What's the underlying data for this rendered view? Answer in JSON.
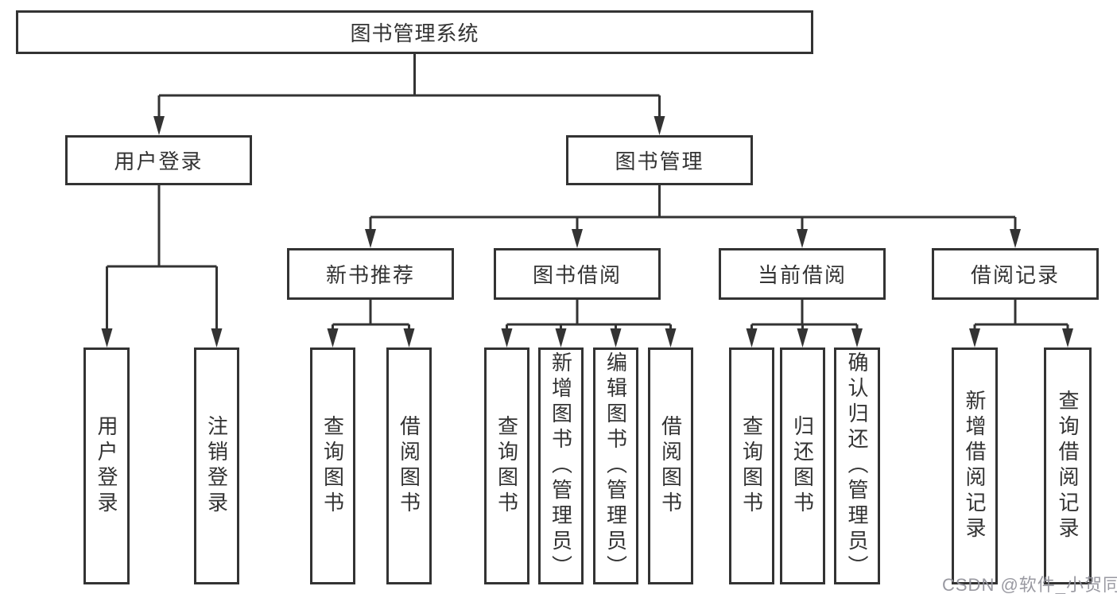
{
  "diagram": {
    "title": "图书管理系统",
    "branches": [
      {
        "label": "用户登录",
        "children": [
          {
            "label": "用户登录"
          },
          {
            "label": "注销登录"
          }
        ]
      },
      {
        "label": "图书管理",
        "groups": [
          {
            "label": "新书推荐",
            "children": [
              {
                "label": "查询图书"
              },
              {
                "label": "借阅图书"
              }
            ]
          },
          {
            "label": "图书借阅",
            "children": [
              {
                "label": "查询图书"
              },
              {
                "label": "新增图书（管理员）"
              },
              {
                "label": "编辑图书（管理员）"
              },
              {
                "label": "借阅图书"
              }
            ]
          },
          {
            "label": "当前借阅",
            "children": [
              {
                "label": "查询图书"
              },
              {
                "label": "归还图书"
              },
              {
                "label": "确认归还（管理员）"
              }
            ]
          },
          {
            "label": "借阅记录",
            "children": [
              {
                "label": "新增借阅记录"
              },
              {
                "label": "查询借阅记录"
              }
            ]
          }
        ]
      }
    ]
  },
  "watermark": {
    "text": "CSDN @软件_小贺同学"
  },
  "colors": {
    "line": "#333333",
    "text": "#333333",
    "background": "#ffffff",
    "watermark": "#94949c"
  }
}
